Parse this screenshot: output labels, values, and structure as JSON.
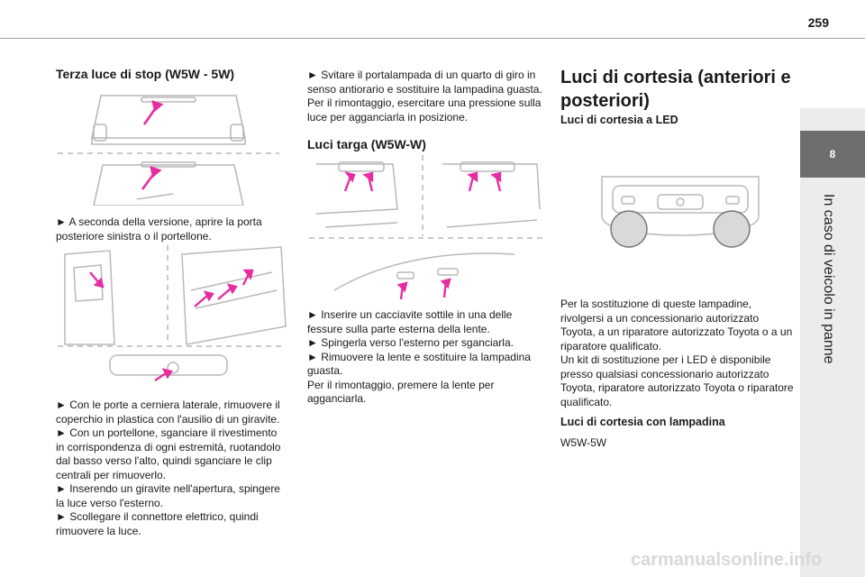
{
  "page_number": "259",
  "chapter": {
    "number": "8",
    "title": "In caso di veicolo in panne"
  },
  "col1": {
    "heading": "Terza luce di stop (W5W - 5W)",
    "para1": "► A seconda della versione, aprire la porta posteriore sinistra o il portellone.",
    "para2_lines": [
      "► Con le porte a cerniera laterale, rimuovere il",
      "coperchio in plastica con l'ausilio di un giravite.",
      "► Con un portellone, sganciare il rivestimento",
      "in corrispondenza di ogni estremità, ruotandolo",
      "dal basso verso l'alto, quindi sganciare le clip",
      "centrali per rimuoverlo.",
      "► Inserendo un giravite nell'apertura, spingere",
      "la luce verso l'esterno.",
      "► Scollegare il connettore elettrico, quindi",
      "rimuovere la luce."
    ]
  },
  "col2": {
    "intro_lines": [
      "► Svitare il portalampada di un quarto di giro in",
      "senso antiorario e sostituire la lampadina guasta.",
      "Per il rimontaggio, esercitare una pressione sulla",
      "luce per agganciarla in posizione."
    ],
    "heading": "Luci targa (W5W-W)",
    "steps_lines": [
      "► Inserire un cacciavite sottile in una delle",
      "fessure sulla parte esterna della lente.",
      "► Spingerla verso l'esterno per sganciarla.",
      "► Rimuovere la lente e sostituire la lampadina",
      "guasta.",
      "Per il rimontaggio, premere la lente per",
      "agganciarla."
    ]
  },
  "col3": {
    "title_line1": "Luci di cortesia (anteriori e",
    "title_line2": "posteriori)",
    "sub1": "Luci di cortesia a LED",
    "para_lines": [
      "Per la sostituzione di queste lampadine,",
      "rivolgersi a un concessionario autorizzato",
      "Toyota, a un riparatore autorizzato Toyota o a un",
      "riparatore qualificato.",
      "Un kit di sostituzione per i LED è disponibile",
      "presso qualsiasi concessionario autorizzato",
      "Toyota, riparatore autorizzato Toyota o riparatore",
      "qualificato."
    ],
    "sub2": "Luci di cortesia con lampadina",
    "bulb": "W5W-5W"
  },
  "watermark": "carmanualsonline.info",
  "colors": {
    "accent": "#e62ea0",
    "line": "#b9b9b9",
    "tab": "#6e6e6e"
  }
}
